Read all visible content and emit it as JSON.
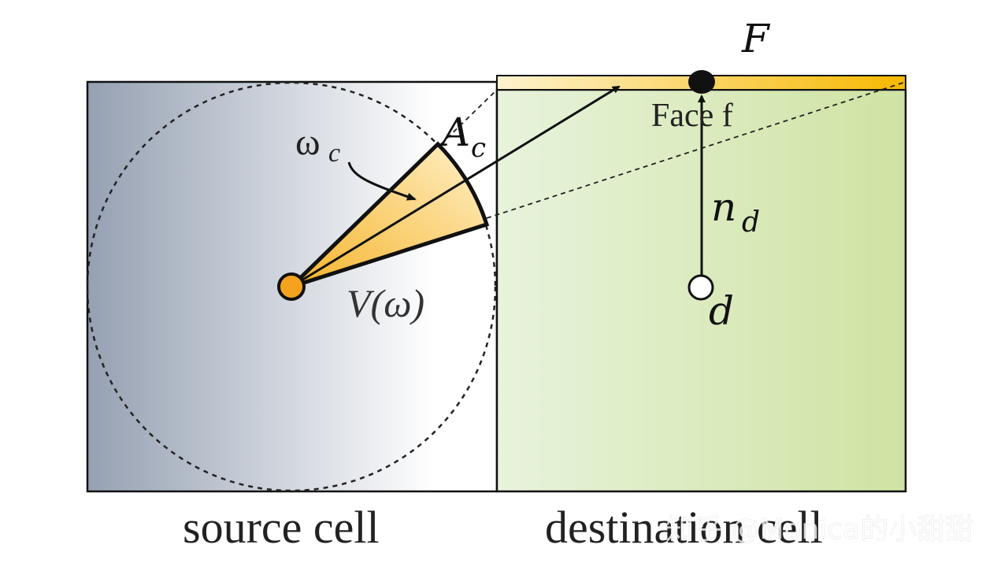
{
  "labels": {
    "F": "F",
    "A": "A",
    "A_sub": "c",
    "omega": "ω",
    "omega_sub": "c",
    "face": "Face f",
    "n": "n",
    "n_sub": "d",
    "d": "d",
    "V": "V(ω)",
    "source": "source cell",
    "destination": "destination cell",
    "watermark": "知乎 @Monica的小甜甜"
  },
  "colors": {
    "source_dark": "#95a0b2",
    "source_light": "#ffffff",
    "dest_light": "#e8f3dc",
    "dest_dark": "#cfe3a2",
    "face_light": "#fff3cf",
    "face_dark": "#f6b800",
    "cone_dark": "#f5b42a",
    "cone_light": "#ffe9b8",
    "source_point": "#f5a31f"
  }
}
